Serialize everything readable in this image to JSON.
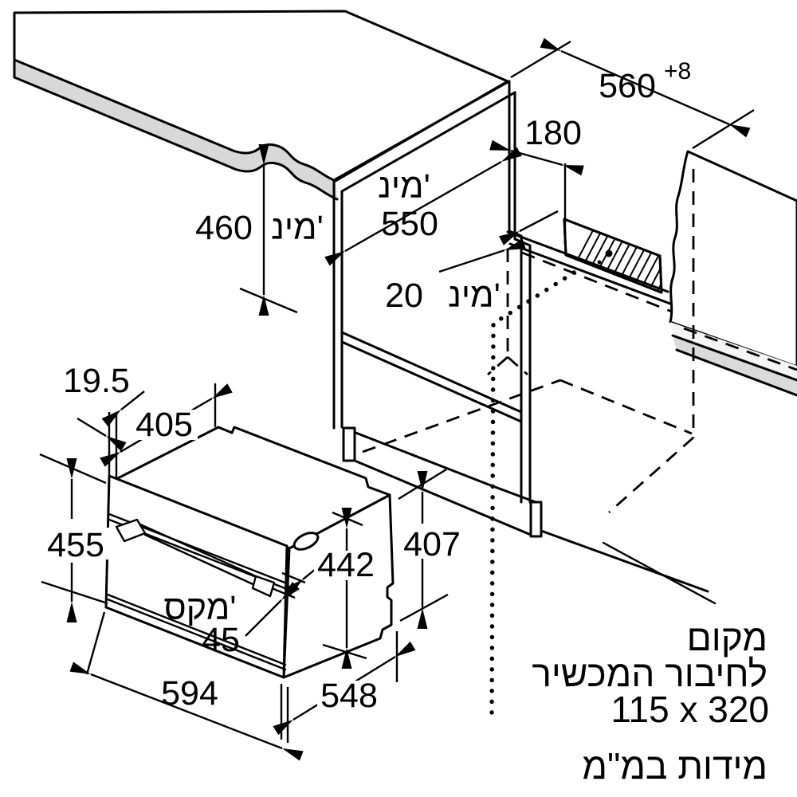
{
  "page": {
    "background": "#ffffff",
    "line_color": "#000000"
  },
  "surfaces": {
    "countertop_fill": "#ececec",
    "edge_fill": "#d8d8d8",
    "panel_fill": "#eaeaea",
    "strip_light": "#f4f4f4",
    "strip_dark": "#dadada"
  },
  "dimensions": {
    "niche_width": "560",
    "niche_width_tol": "+8",
    "connection_offset": "180",
    "min_abbr": "מינ'",
    "depth_min": "550",
    "height_min": "460",
    "rear_gap_min": "20",
    "front_overhang": "19.5",
    "top_depth": "405",
    "front_height": "455",
    "body_height": "442",
    "rear_height": "407",
    "max_abbr": "מקס'",
    "handle_depth": "45",
    "front_width": "594",
    "body_depth": "548"
  },
  "annotations": {
    "connection_word": "מקום",
    "connection_rest": "לחיבור המכשיר",
    "connection_size": "115 x 320",
    "units_note": "מידות במ\"מ"
  }
}
